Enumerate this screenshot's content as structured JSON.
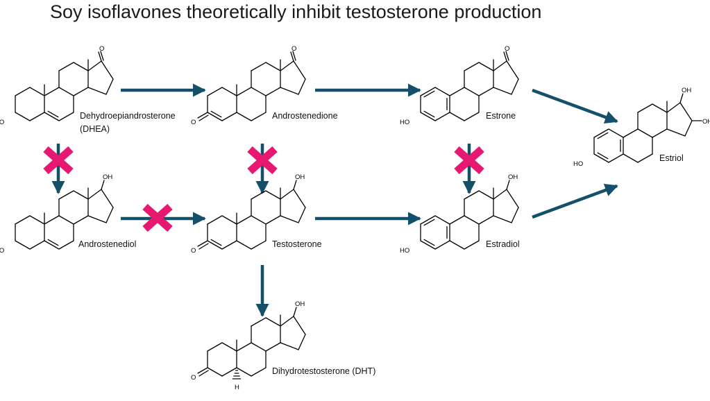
{
  "title": "Soy isoflavones theoretically inhibit testosterone production",
  "colors": {
    "arrow": "#15506b",
    "block": "#e6186f",
    "bond": "#000000"
  },
  "atoms": {
    "oxo": "O",
    "hydroxyl": "OH",
    "hydroxyl_left": "HO",
    "hydrogen": "H"
  },
  "compounds": {
    "dhea": {
      "line1": "Dehydroepiandrosterone",
      "line2": "(DHEA)"
    },
    "androstenedione": {
      "label": "Androstenedione"
    },
    "estrone": {
      "label": "Estrone"
    },
    "estriol": {
      "label": "Estriol"
    },
    "androstenediol": {
      "label": "Androstenediol"
    },
    "testosterone": {
      "label": "Testosterone"
    },
    "estradiol": {
      "label": "Estradiol"
    },
    "dht": {
      "label": "Dihydrotestosterone (DHT)"
    }
  },
  "inhibition_markers": [
    "dhea-to-androstenediol",
    "androstenedione-to-testosterone",
    "estrone-to-estradiol",
    "androstenediol-to-testosterone"
  ]
}
